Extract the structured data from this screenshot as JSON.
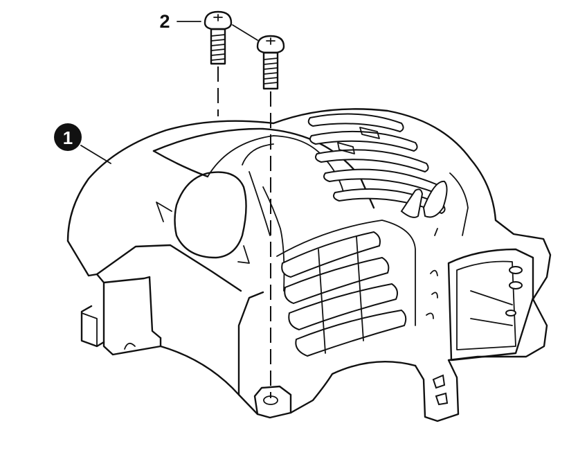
{
  "callouts": [
    {
      "id": "1",
      "label": "1",
      "style": "filled-circle"
    },
    {
      "id": "2",
      "label": "2",
      "style": "plain-text"
    }
  ],
  "colors": {
    "line": "#111111",
    "background": "#ffffff",
    "callout_fill": "#111111",
    "callout_text": "#ffffff"
  }
}
